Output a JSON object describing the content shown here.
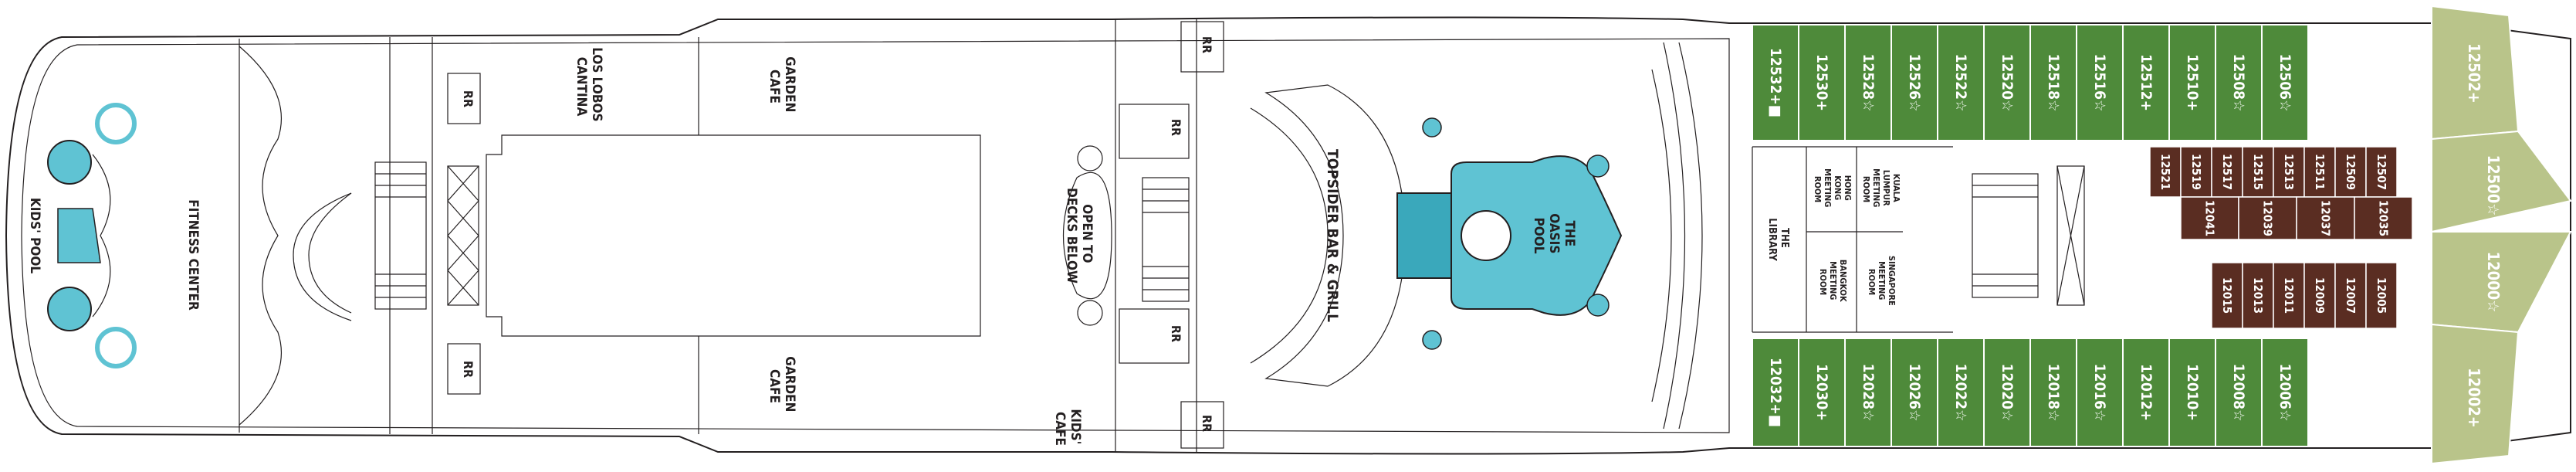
{
  "colors": {
    "hull_outline": "#231f20",
    "suite_green": "#4e8a3a",
    "suite_green_light": "#6f9f48",
    "bow_olive": "#b9c48a",
    "interior_brown": "#5a2d22",
    "pool_cyan": "#5fc3d3",
    "background": "#ffffff"
  },
  "venues": {
    "kids_pool": "KIDS' POOL",
    "fitness_center": "FITNESS CENTER",
    "rr": "RR",
    "los_lobos_line1": "LOS LOBOS",
    "los_lobos_line2": "CANTINA",
    "garden_cafe_line1": "GARDEN",
    "garden_cafe_line2": "CAFE",
    "open_to_line1": "OPEN TO",
    "open_to_line2": "DECKS BELOW",
    "kids_cafe_line1": "KIDS'",
    "kids_cafe_line2": "CAFE",
    "topsider": "TOPSIDER BAR & GRILL",
    "oasis_line1": "THE",
    "oasis_line2": "OASIS",
    "oasis_line3": "POOL",
    "library_line1": "THE",
    "library_line2": "LIBRARY",
    "hong_kong_line1": "HONG",
    "hong_kong_line2": "KONG",
    "hong_kong_line3": "MEETING",
    "hong_kong_line4": "ROOM",
    "kuala_line1": "KUALA",
    "kuala_line2": "LUMPUR",
    "kuala_line3": "MEETING",
    "kuala_line4": "ROOM",
    "bangkok_line1": "BANGKOK",
    "bangkok_line2": "MEETING",
    "bangkok_line3": "ROOM",
    "singapore_line1": "SINGAPORE",
    "singapore_line2": "MEETING",
    "singapore_line3": "ROOM"
  },
  "cabins": {
    "top_row": [
      "12532+■",
      "12530+",
      "12528☆",
      "12526☆",
      "12522☆",
      "12520☆",
      "12518☆",
      "12516☆",
      "12512+",
      "12510+",
      "12508☆",
      "12506☆"
    ],
    "bottom_row": [
      "12032+■",
      "12030+",
      "12028☆",
      "12026☆",
      "12022☆",
      "12020☆",
      "12018☆",
      "12016☆",
      "12012+",
      "12010+",
      "12008☆",
      "12006☆"
    ],
    "bow": [
      "12502+",
      "12500☆",
      "12000☆",
      "12002+"
    ],
    "interior_upper_a": [
      "12521",
      "12519",
      "12517",
      "12515",
      "12513",
      "12511",
      "12509",
      "12507"
    ],
    "interior_upper_b": [
      "12041",
      "12039",
      "12037",
      "12035"
    ],
    "interior_lower": [
      "12015",
      "12013",
      "12011",
      "12009",
      "12007",
      "12005"
    ]
  }
}
